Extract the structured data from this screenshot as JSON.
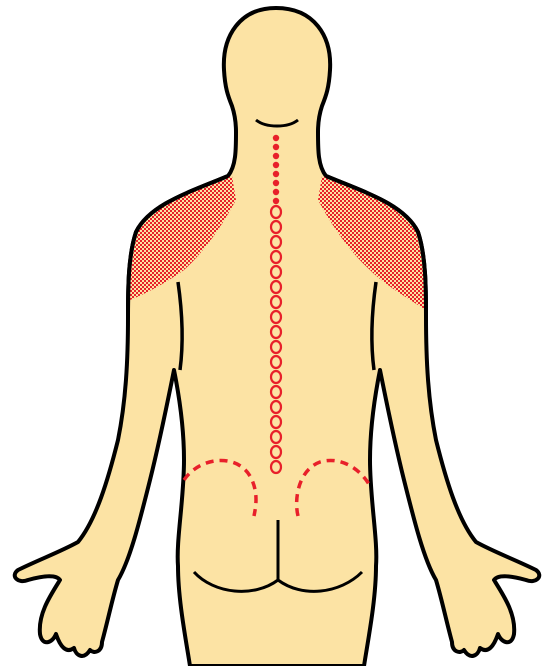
{
  "figure": {
    "subject": "human-back-silhouette",
    "colors": {
      "skin": "#FCE3A4",
      "outline": "#000000",
      "highlight": "#E8202A",
      "shading_pattern": "#E8202A",
      "background": "#FFFFFF"
    },
    "regions_highlighted": [
      "left-shoulder",
      "right-shoulder",
      "spine",
      "left-sacroiliac",
      "right-sacroiliac"
    ],
    "spine": {
      "cervical_dot_count": 8,
      "thoracic_lumbar_ring_count": 18
    }
  }
}
